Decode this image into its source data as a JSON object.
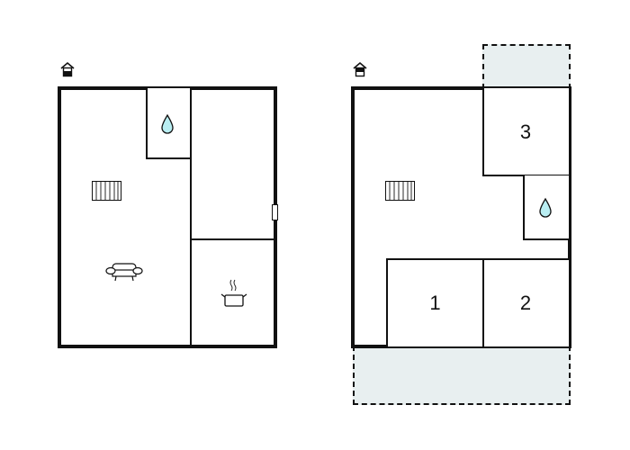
{
  "floor_plans": [
    {
      "name": "ground-floor",
      "floor_indicator": "house-icon-ground",
      "rooms": [
        {
          "type": "living-room",
          "icon": "armchair-icon"
        },
        {
          "type": "stairs",
          "icon": "stairs-icon"
        },
        {
          "type": "bathroom",
          "icon": "water-drop-icon"
        },
        {
          "type": "hall",
          "icon": ""
        },
        {
          "type": "kitchen",
          "icon": "cooking-pot-icon"
        }
      ],
      "door": "entrance-door-icon"
    },
    {
      "name": "upper-floor",
      "floor_indicator": "house-icon-upper",
      "rooms": [
        {
          "type": "landing",
          "icon": "stairs-icon"
        },
        {
          "type": "bedroom",
          "label": "3"
        },
        {
          "type": "bathroom",
          "icon": "water-drop-icon"
        },
        {
          "type": "bedroom",
          "label": "1"
        },
        {
          "type": "bedroom",
          "label": "2"
        }
      ],
      "outdoor_areas": [
        "balcony-top",
        "balcony-bottom"
      ]
    }
  ],
  "labels": {
    "room1": "1",
    "room2": "2",
    "room3": "3"
  },
  "colors": {
    "wall": "#111111",
    "water": "#b9eef2",
    "outdoor": "#e8eff0"
  }
}
